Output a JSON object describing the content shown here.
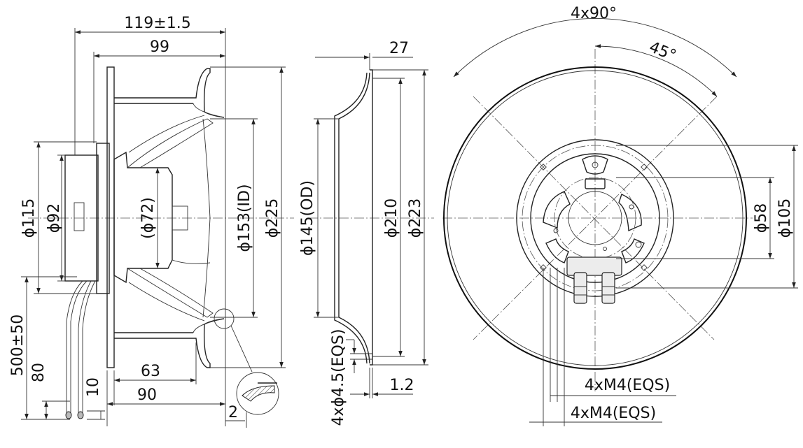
{
  "side_view": {
    "dims": {
      "overall_length": "119±1.5",
      "wheel_length": "99",
      "hub_dia": "ϕ115",
      "mount_dia": "ϕ92",
      "motor_dia": "(ϕ72)",
      "inlet_id": "ϕ153(ID)",
      "outer_dia": "ϕ225",
      "motor_depth": "63",
      "hub_depth": "90",
      "lead_length": "500±50",
      "strip_length": "80",
      "wire_end": "10",
      "gap": "2"
    }
  },
  "inlet_ring": {
    "dims": {
      "ring_od": "ϕ145(OD)",
      "ring_height": "27",
      "flange_inner": "ϕ210",
      "flange_outer": "ϕ223",
      "hole_spec": "4xϕ4.5(EQS)",
      "thickness": "1.2"
    }
  },
  "front_view": {
    "dims": {
      "pitch_angle": "4x90°",
      "offset_angle": "45°",
      "inner_circle": "ϕ58",
      "outer_circle": "ϕ105",
      "thread_a": "4xM4(EQS)",
      "thread_b": "4xM4(EQS)"
    }
  }
}
